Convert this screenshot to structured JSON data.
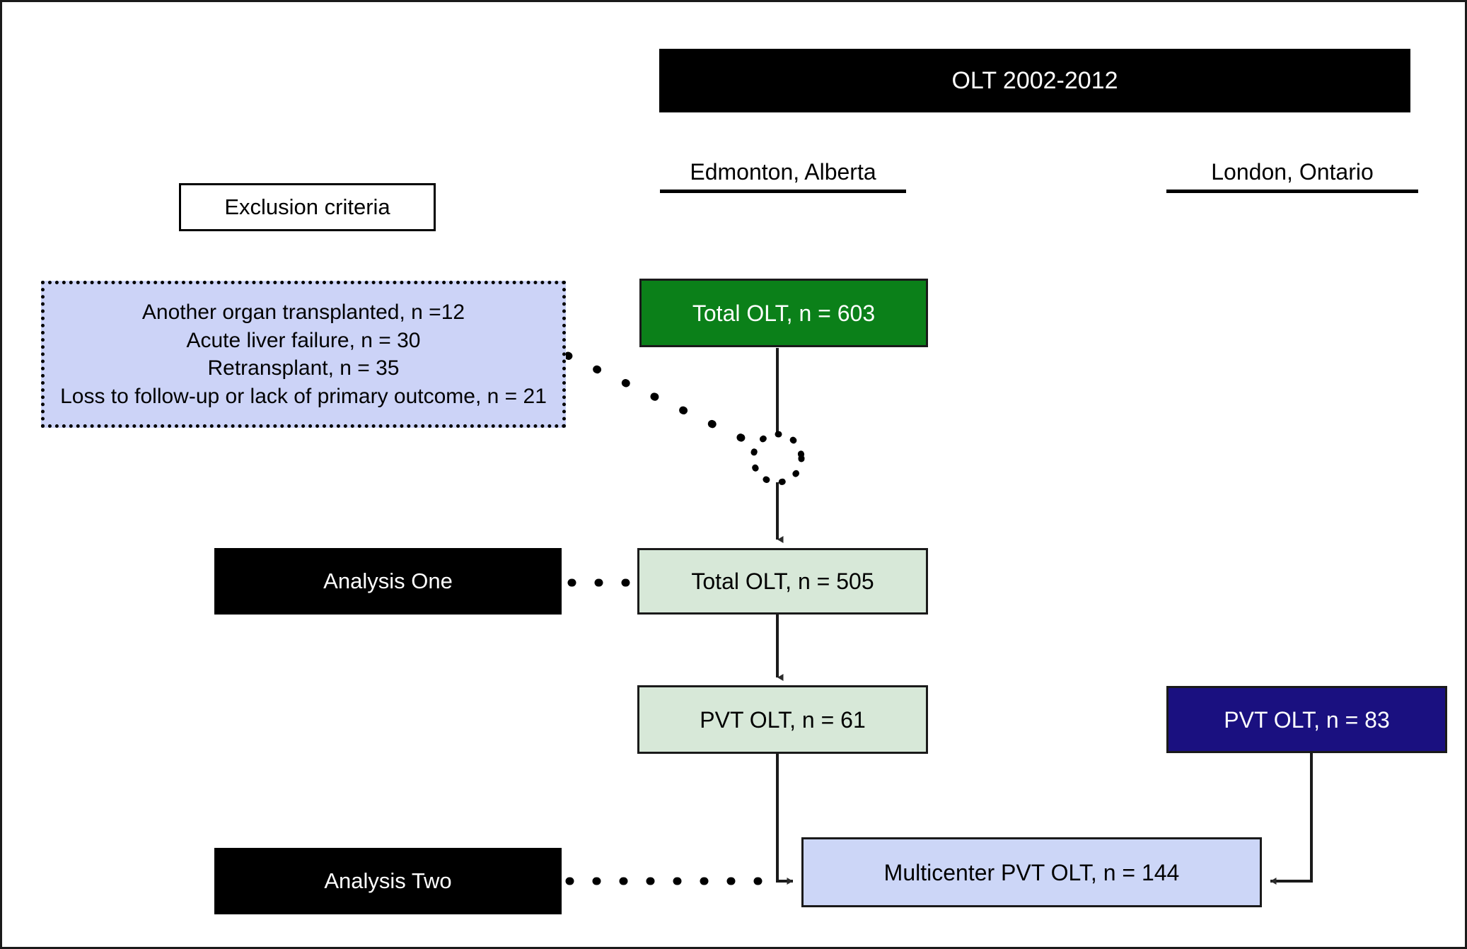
{
  "diagram": {
    "title": "OLT 2002-2012",
    "columns": [
      {
        "name": "edmonton",
        "label": "Edmonton, Alberta"
      },
      {
        "name": "london",
        "label": "London, Ontario"
      }
    ],
    "exclusion": {
      "label": "Exclusion criteria",
      "items": [
        "Another organ transplanted, n =12",
        "Acute liver failure, n = 30",
        "Retransplant, n = 35",
        "Loss to follow-up or lack of primary outcome, n = 21"
      ]
    },
    "nodes": {
      "total_olt_603": "Total OLT, n = 603",
      "total_olt_505": "Total OLT, n = 505",
      "pvt_olt_61": "PVT OLT, n = 61",
      "pvt_olt_83": "PVT OLT, n = 83",
      "multicenter_pvt_olt_144": "Multicenter PVT OLT, n = 144"
    },
    "analyses": {
      "one": "Analysis One",
      "two": "Analysis Two"
    },
    "colors": {
      "title_bar": "#000000",
      "total_olt_603_fill": "#0b8019",
      "light_green_fill": "#d7e8d8",
      "navy_fill": "#1a1080",
      "lavender_fill": "#ccd6f7",
      "exclusion_fill": "#ccd3f7",
      "analysis_fill": "#000000",
      "stroke": "#1a1a1a"
    }
  }
}
